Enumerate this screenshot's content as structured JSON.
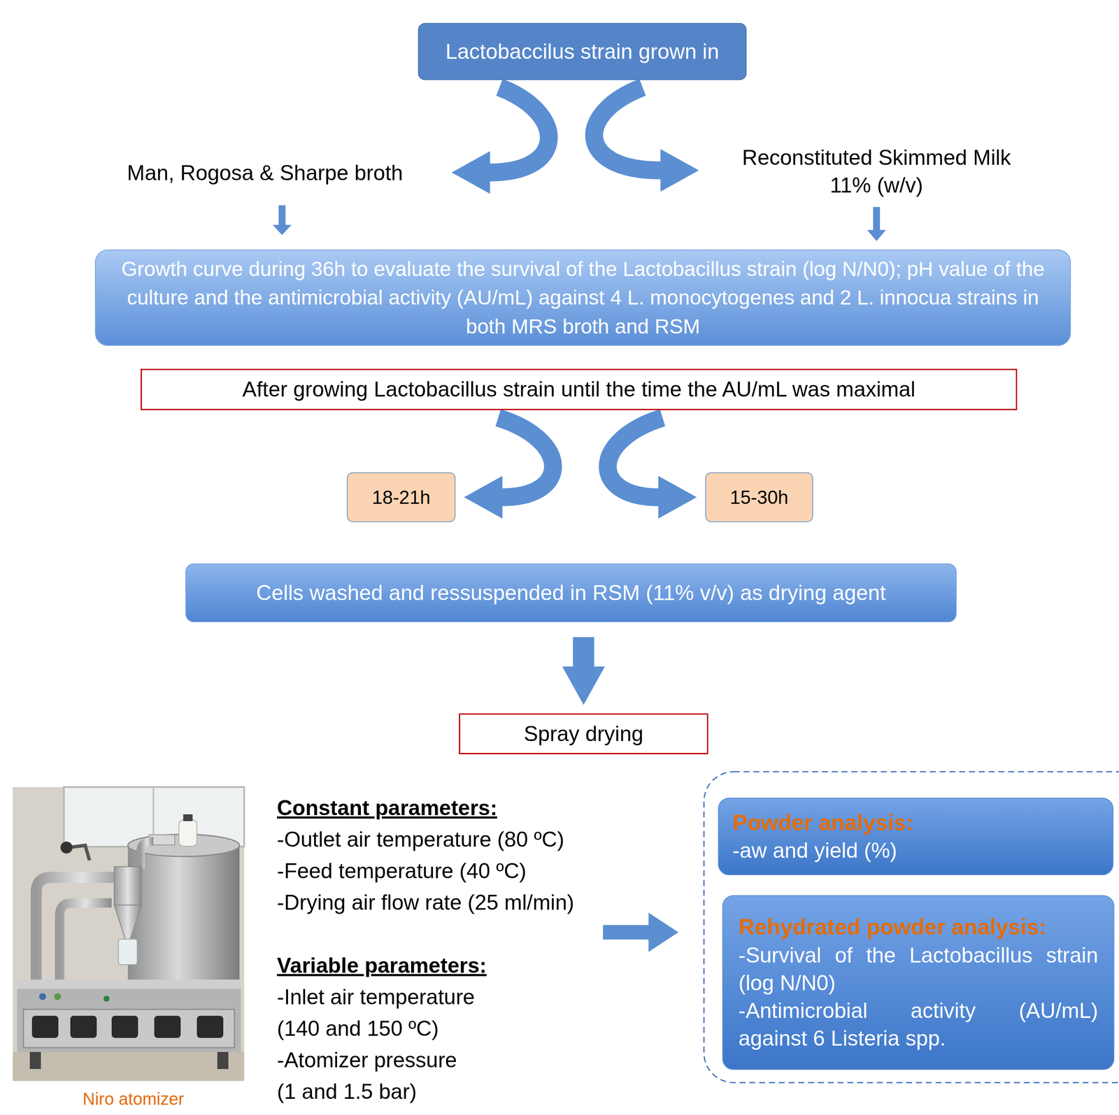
{
  "diagram": {
    "nodes": [
      {
        "text": [
          "Lactobaccilus strain grown in"
        ]
      },
      {
        "text": [
          "Growth curve during 36h to evaluate the survival of the Lactobacillus strain (log N/N0); pH value of the culture and the antimicrobial activity (AU/mL) against 4 L. monocytogenes and 2 L. innocua strains in both MRS broth and RSM"
        ]
      },
      {
        "text": [
          "After growing Lactobacillus strain until the time the AU/mL was maximal"
        ]
      },
      {
        "text": [
          "18-21h"
        ]
      },
      {
        "text": [
          "15-30h"
        ]
      },
      {
        "text": [
          "Cells washed and ressuspended in RSM (11% v/v) as drying agent"
        ]
      },
      {
        "text": [
          "Spray drying"
        ]
      },
      {
        "text": [
          "Powder analysis:",
          "-aw and yield (%)"
        ]
      },
      {
        "text": [
          "Rehydrated powder analysis:",
          "-Survival of the Lactobacillus strain (log N/N0)",
          "-Antimicrobial activity (AU/mL) against 6 Listeria spp."
        ]
      }
    ],
    "edges": [
      {
        "from": 2,
        "to": 3,
        "arrow": "to"
      },
      {
        "from": 2,
        "to": 4,
        "arrow": "to"
      },
      {
        "from": 5,
        "to": 6,
        "arrow": "to"
      }
    ],
    "labels": [
      "Man, Rogosa & Sharpe broth",
      "Reconstituted Skimmed Milk 11% (w/v)",
      "Constant parameters:",
      "-Outlet air temperature (80 ºC)",
      "-Feed temperature (40 ºC)",
      "-Drying air flow rate (25 ml/min)",
      "Variable parameters:",
      "-Inlet air temperature (140 and 150 ºC)",
      "-Atomizer pressure (1 and 1.5 bar)",
      "Niro atomizer"
    ]
  }
}
